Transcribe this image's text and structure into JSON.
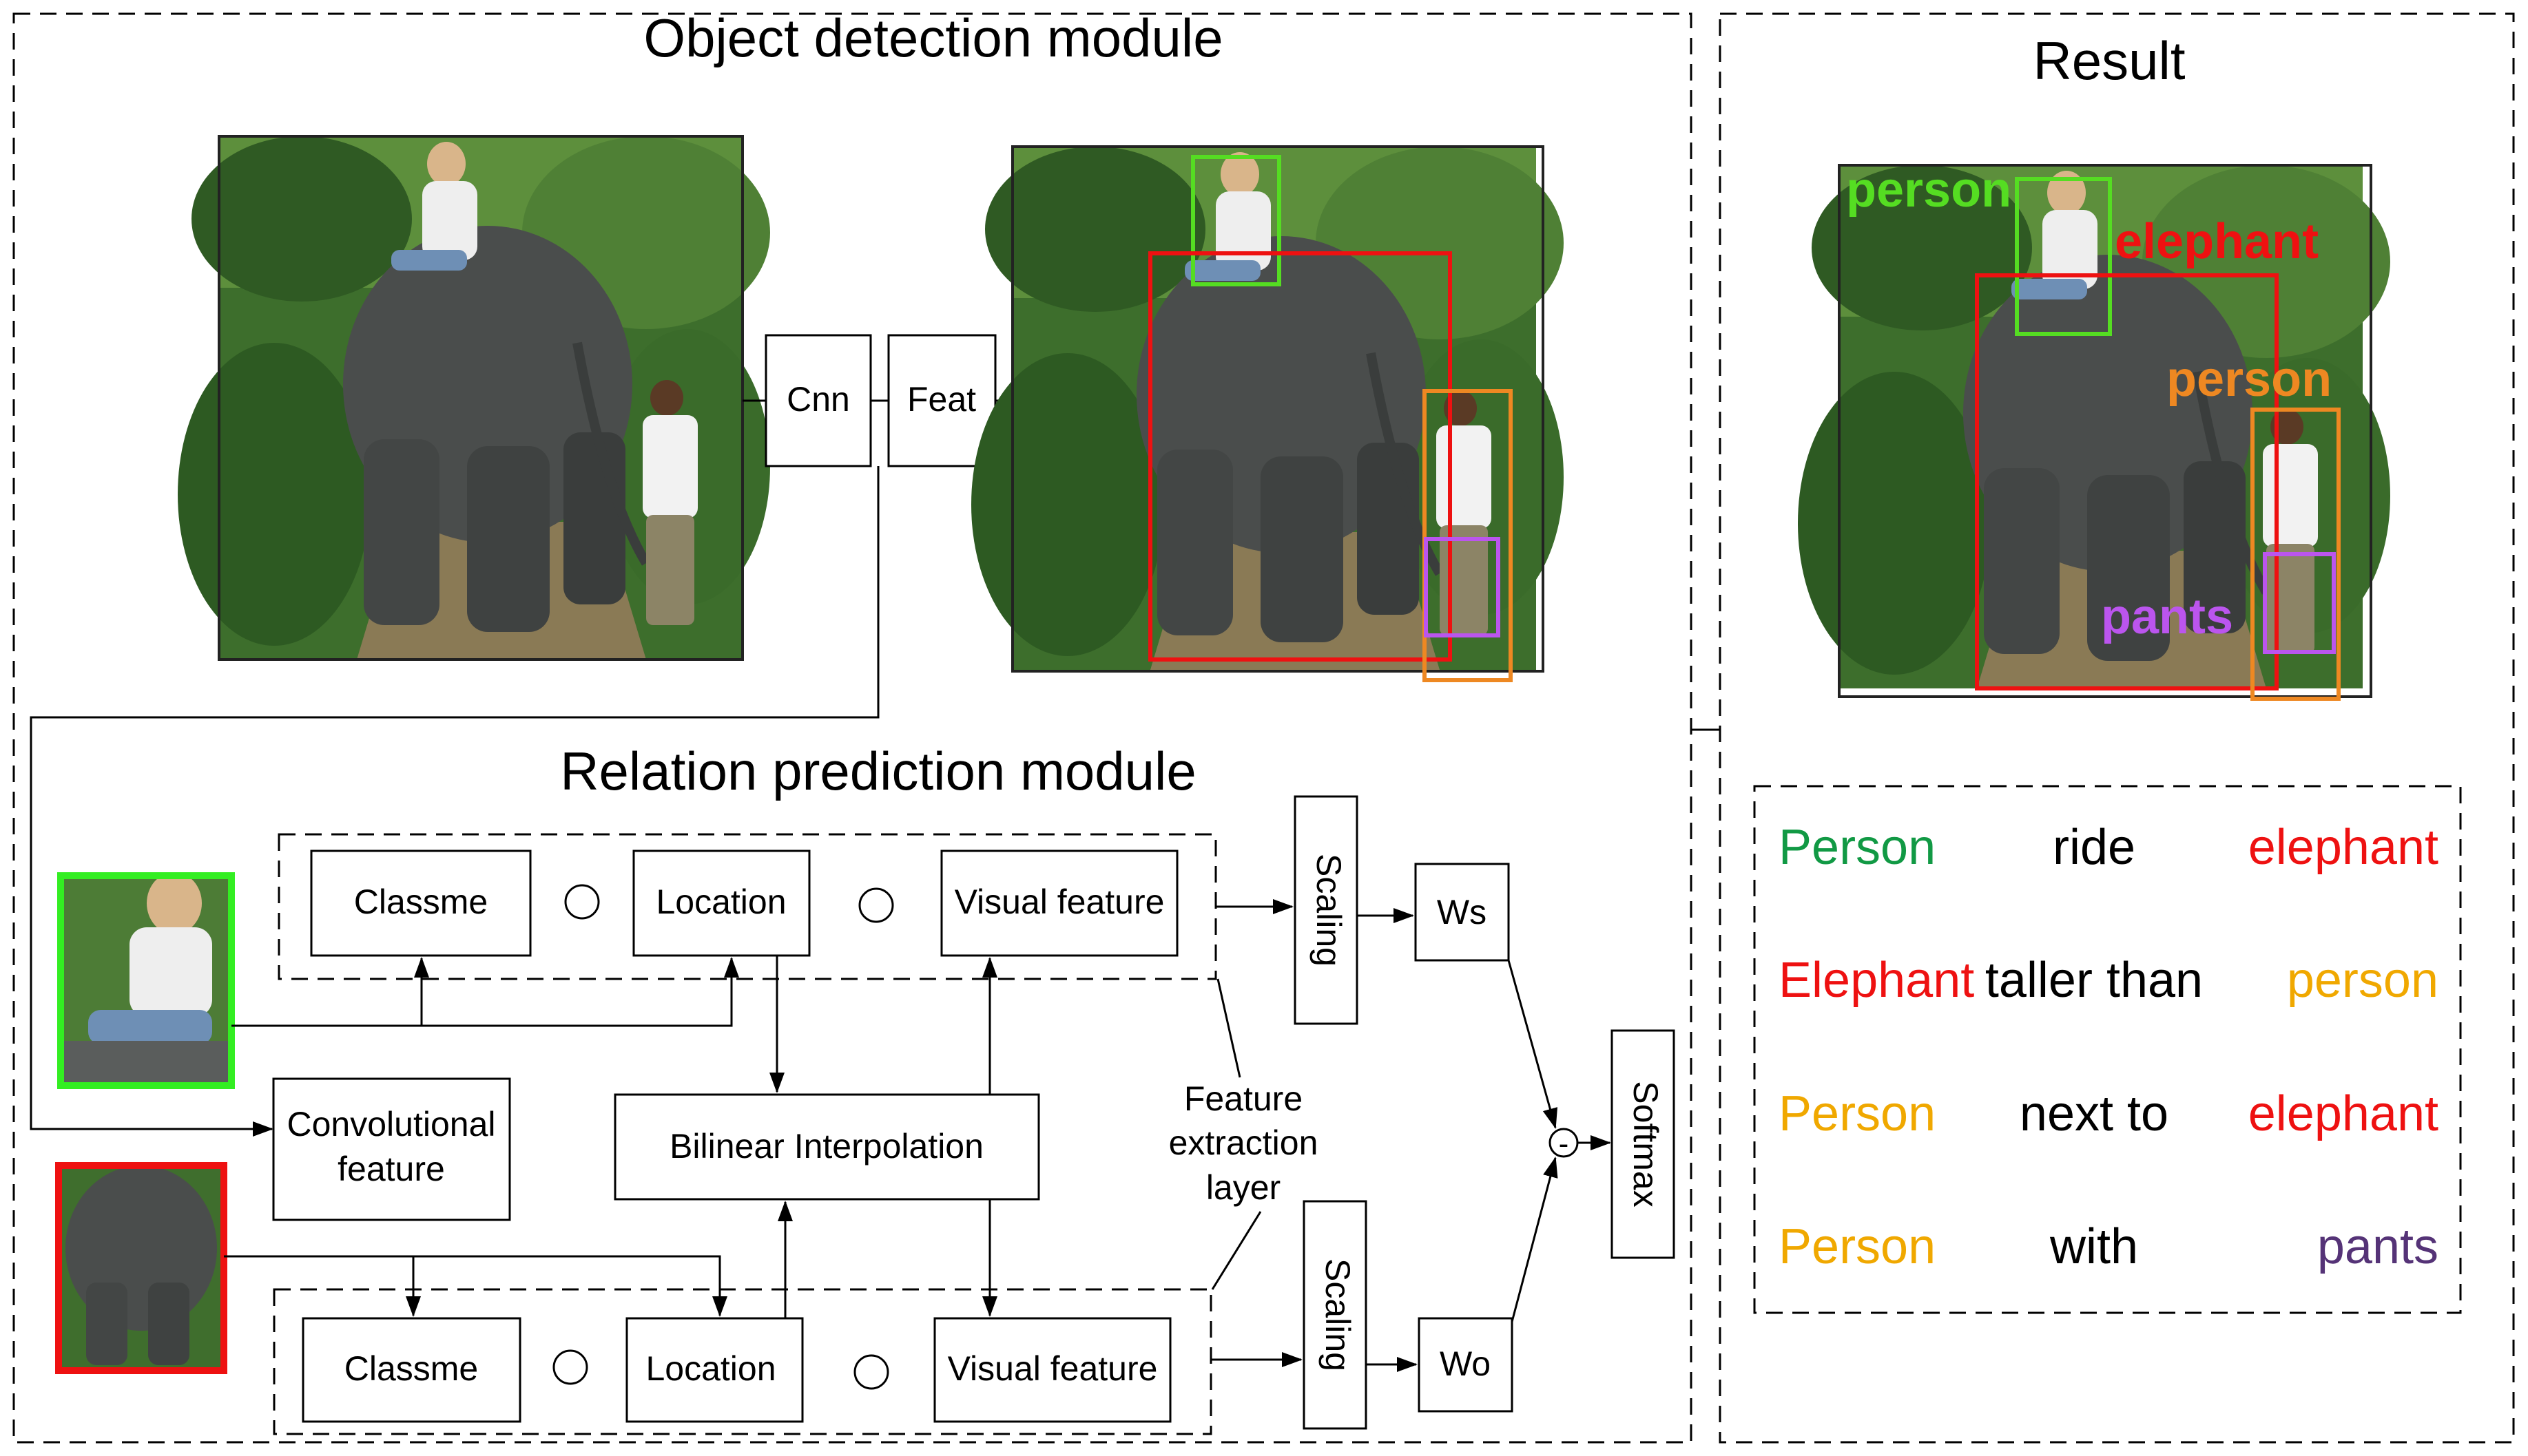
{
  "detection_module": {
    "title": "Object detection module",
    "cnn_label": "Cnn",
    "feat_label": "Feat"
  },
  "relation_module": {
    "title": "Relation prediction module",
    "top_row": {
      "classme": "Classme",
      "location": "Location",
      "visual_feature": "Visual feature",
      "scaling": "Scaling",
      "weight": "Ws"
    },
    "bottom_row": {
      "classme": "Classme",
      "location": "Location",
      "visual_feature": "Visual feature",
      "scaling": "Scaling",
      "weight": "Wo"
    },
    "conv_feature": [
      "Convolutional",
      "feature"
    ],
    "bilinear": "Bilinear Interpolation",
    "feature_layer": [
      "Feature",
      "extraction",
      "layer"
    ],
    "softmax": "Softmax",
    "merge_symbol": "-"
  },
  "detections": {
    "boxes": [
      {
        "label": "person",
        "color": "#55dd22"
      },
      {
        "label": "elephant",
        "color": "#ee1111"
      },
      {
        "label": "person",
        "color": "#ee8822"
      },
      {
        "label": "pants",
        "color": "#bb55ee"
      }
    ]
  },
  "result": {
    "title": "Result",
    "relations": [
      {
        "subject": "Person",
        "subject_color": "#119944",
        "predicate": "ride",
        "object": "elephant",
        "object_color": "#ee1111"
      },
      {
        "subject": "Elephant",
        "subject_color": "#ee1111",
        "predicate": "taller than",
        "object": "person",
        "object_color": "#f0a800"
      },
      {
        "subject": "Person",
        "subject_color": "#f0a800",
        "predicate": "next to",
        "object": "elephant",
        "object_color": "#ee1111"
      },
      {
        "subject": "Person",
        "subject_color": "#f0a800",
        "predicate": "with",
        "object": "pants",
        "object_color": "#553377"
      }
    ]
  },
  "photo_descriptions": {
    "main_photo_icon": "elephant-photo",
    "crop_person_icon": "person-crop",
    "crop_elephant_icon": "elephant-crop"
  }
}
